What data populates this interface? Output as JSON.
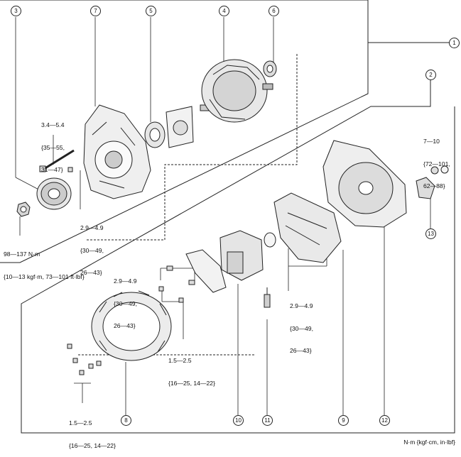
{
  "callouts": [
    "1",
    "2",
    "3",
    "4",
    "5",
    "6",
    "7",
    "8",
    "9",
    "10",
    "11",
    "12",
    "13"
  ],
  "torque_specs": {
    "bolt_3": [
      "3.4—5.4",
      "{35—55,",
      "31—47}"
    ],
    "bolts_7": [
      "2.9—4.9",
      "{30—49,",
      "26—43}"
    ],
    "pulley_nut": [
      "98—137 N·m",
      "{10—13 kgf·m, 73—101 ft·lbf}"
    ],
    "terminal_nut": [
      "7—10",
      "{72—101,",
      "62—88}"
    ],
    "regulator_bolts": [
      "2.9—4.9",
      "{30—49,",
      "26—43}"
    ],
    "regulator_screws": [
      "1.5—2.5",
      "{16—25, 14—22}"
    ],
    "rectifier_bolts": [
      "2.9—4.9",
      "{30—49,",
      "26—43}"
    ],
    "stator_screws": [
      "1.5—2.5",
      "{16—25, 14—22}"
    ]
  },
  "unit_note": "N·m {kgf·cm, in·lbf}"
}
